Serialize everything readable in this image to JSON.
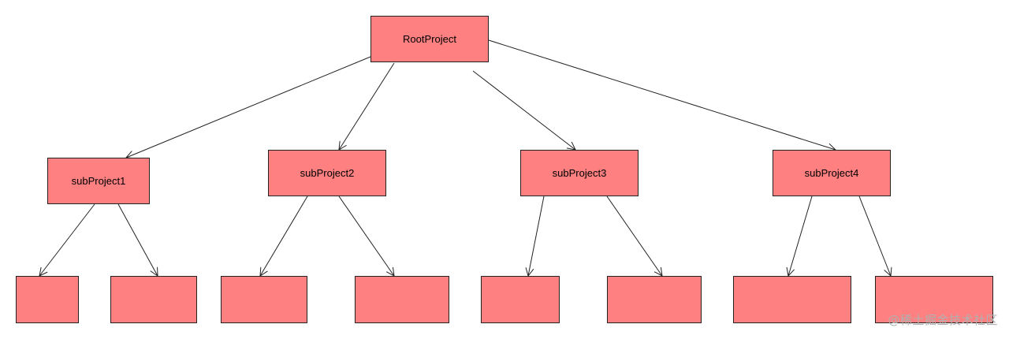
{
  "diagram": {
    "root": {
      "id": "root",
      "label": "RootProject"
    },
    "children": [
      {
        "id": "sub1",
        "label": "subProject1",
        "children": [
          {
            "id": "leaf1a",
            "label": ""
          },
          {
            "id": "leaf1b",
            "label": ""
          }
        ]
      },
      {
        "id": "sub2",
        "label": "subProject2",
        "children": [
          {
            "id": "leaf2a",
            "label": ""
          },
          {
            "id": "leaf2b",
            "label": ""
          }
        ]
      },
      {
        "id": "sub3",
        "label": "subProject3",
        "children": [
          {
            "id": "leaf3a",
            "label": ""
          },
          {
            "id": "leaf3b",
            "label": ""
          }
        ]
      },
      {
        "id": "sub4",
        "label": "subProject4",
        "children": [
          {
            "id": "leaf4a",
            "label": ""
          },
          {
            "id": "leaf4b",
            "label": ""
          }
        ]
      }
    ],
    "node_color": "#ff8080",
    "edge_color": "#222222"
  },
  "watermark": "@稀土掘金技术社区"
}
